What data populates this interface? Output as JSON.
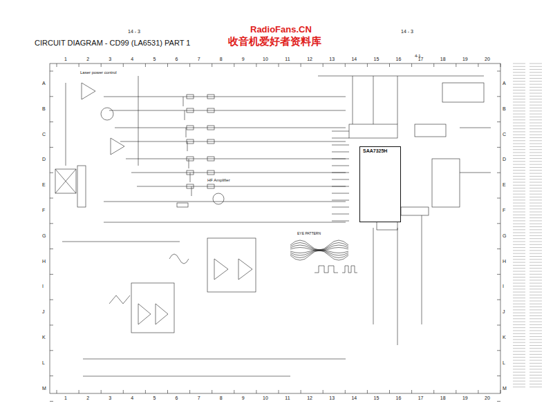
{
  "diagram": {
    "title": "CIRCUIT DIAGRAM - CD99 (LA6531) PART 1",
    "nodes": [
      {
        "text": [
          "SAA7325H"
        ]
      }
    ],
    "labels": [
      "14 - 3",
      "14 - 3",
      "RadioFans.CN",
      "收音机爱好者资料库",
      "4-1",
      "Laser power control",
      "HF Amplifier",
      "EYE PATTERN",
      "1",
      "2",
      "3",
      "4",
      "5",
      "6",
      "7",
      "8",
      "9",
      "10",
      "11",
      "12",
      "13",
      "14",
      "15",
      "16",
      "17",
      "18",
      "19",
      "20",
      "1",
      "2",
      "3",
      "4",
      "5",
      "6",
      "7",
      "8",
      "9",
      "10",
      "11",
      "12",
      "13",
      "14",
      "15",
      "16",
      "17",
      "18",
      "19",
      "20",
      "A",
      "B",
      "C",
      "D",
      "E",
      "F",
      "G",
      "H",
      "I",
      "J",
      "K",
      "L",
      "M",
      "A",
      "B",
      "C",
      "D",
      "E",
      "F",
      "G",
      "H",
      "I",
      "J",
      "K",
      "L",
      "M"
    ]
  }
}
